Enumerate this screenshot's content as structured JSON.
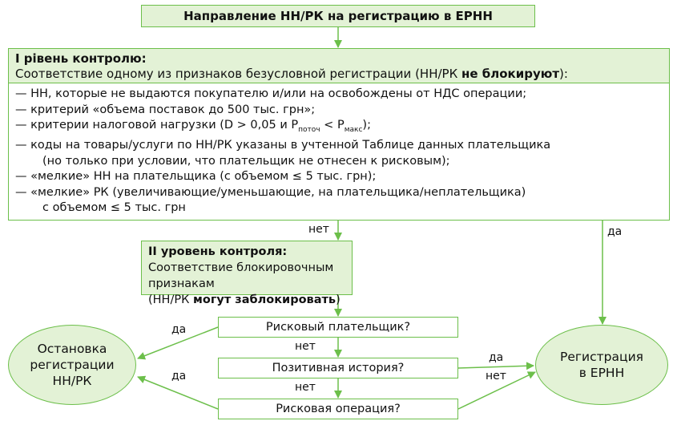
{
  "title": "Направление НН/РК на регистрацию в ЕРНН",
  "level1": {
    "heading": "І рівень контролю:",
    "subheading_prefix": "Соответствие одному из признаков безусловной регистрации (НН/РК ",
    "subheading_bold": "не блокируют",
    "subheading_suffix": "):",
    "items": [
      "—  НН, которые не выдаются покупателю и/или на освобождены от НДС операции;",
      "—  критерий «объема поставок до 500 тыс. грн»;",
      "—  коды на товары/услуги по НН/РК указаны в учтенной Таблице данных плательщика",
      "—  «мелкие» НН на плательщика (с объемом ≤ 5 тыс. грн);",
      "—  «мелкие» РК (увеличивающие/уменьшающие, на плательщика/неплательщика)"
    ],
    "tax_item": {
      "prefix": "—  критерии налоговой нагрузки (D > 0,05 и P",
      "sub1": "поточ",
      "middle": " < P",
      "sub2": "макс",
      "suffix": ");"
    },
    "continuation_codes": "(но только при условии, что плательщик не отнесен к рисковым);",
    "continuation_small_rk": "с объемом ≤ 5 тыс. грн"
  },
  "level2": {
    "heading": "ІІ уровень контроля:",
    "line1": "Соответствие блокировочным признакам",
    "line2_prefix": "(НН/РК ",
    "line2_bold": "могут заблокировать",
    "line2_suffix": ")"
  },
  "questions": {
    "risky_payer": "Рисковый плательщик?",
    "positive_history": "Позитивная история?",
    "risky_operation": "Рисковая операция?"
  },
  "outcomes": {
    "stop_line1": "Остановка",
    "stop_line2": "регистрации",
    "stop_line3": "НН/РК",
    "register_line1": "Регистрация",
    "register_line2": "в ЕРНН"
  },
  "labels": {
    "no_level1": "нет",
    "yes_level1": "да",
    "yes_risky_payer": "да",
    "no_risky_payer": "нет",
    "yes_positive_history": "да",
    "no_positive_history": "нет",
    "yes_risky_operation": "да",
    "no_risky_operation": "нет"
  },
  "colors": {
    "border": "#6cbf4a",
    "fill": "#e3f2d6",
    "arrow": "#6cbf4a"
  }
}
